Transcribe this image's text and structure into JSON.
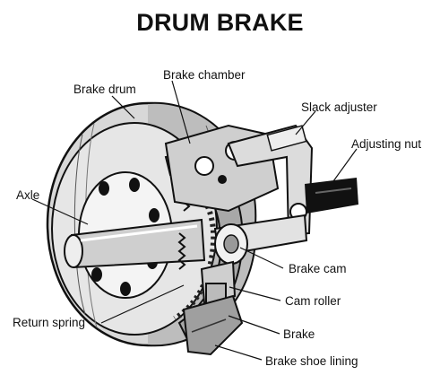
{
  "title": "DRUM BRAKE",
  "labels": {
    "brake_drum": "Brake drum",
    "brake_chamber": "Brake chamber",
    "slack_adjuster": "Slack adjuster",
    "adjusting_nut": "Adjusting nut",
    "axle": "Axle",
    "brake_cam": "Brake cam",
    "cam_roller": "Cam roller",
    "return_spring": "Return spring",
    "brake": "Brake",
    "brake_shoe_lining": "Brake shoe lining"
  }
}
